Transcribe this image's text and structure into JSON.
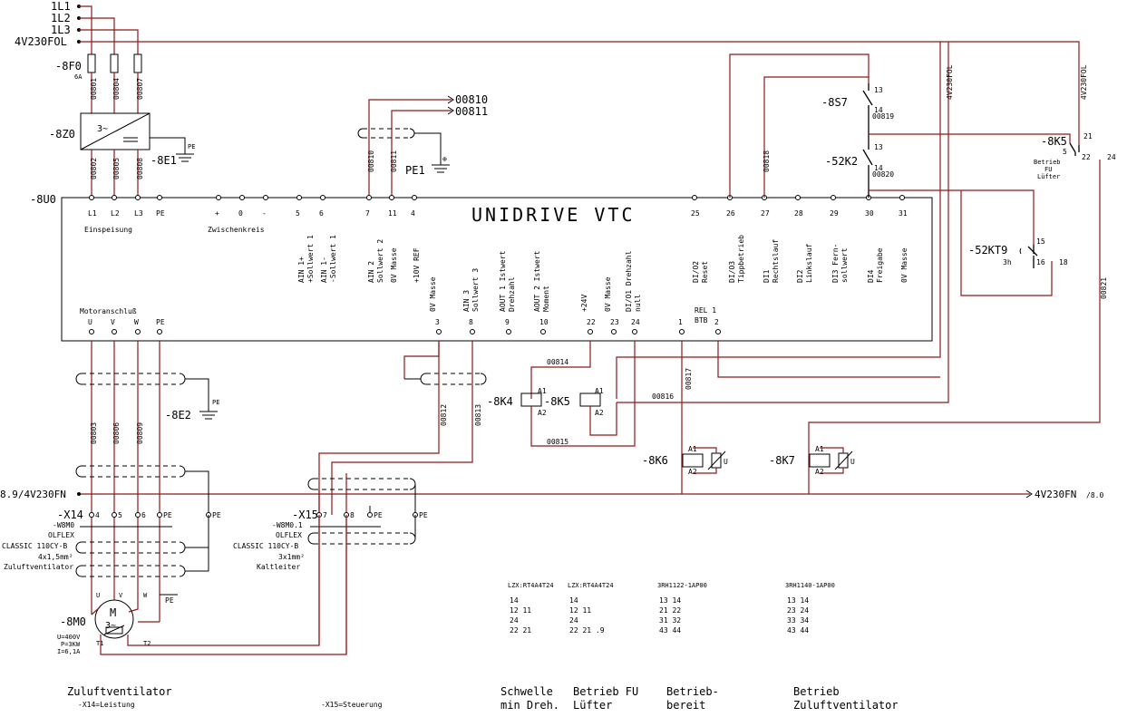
{
  "supply": {
    "l1": "1L1",
    "l2": "1L2",
    "l3": "1L3",
    "fol": "4V230FOL",
    "fn_left": "8.9/4V230FN",
    "fn_right": "4V230FN",
    "fn_right_ref": "/8.0",
    "fol_v1": "4V230FOL",
    "fol_v2": "4V230FOL"
  },
  "fuse": {
    "tag": "-8F0",
    "rating": "6A"
  },
  "filter": {
    "tag": "-8Z0",
    "earth": "-8E1",
    "pe": "PE"
  },
  "wires": {
    "w00801": "00801",
    "w00804": "00804",
    "w00807": "00807",
    "w00802": "00802",
    "w00805": "00805",
    "w00808": "00808",
    "w00810": "00810",
    "w00811": "00811",
    "w00810v": "00810",
    "w00811v": "00811",
    "w00818": "00818",
    "w00819": "00819",
    "w00820": "00820",
    "w00821": "00821",
    "w00803": "00803",
    "w00806": "00806",
    "w00809": "00809",
    "w00812": "00812",
    "w00813": "00813",
    "w00814": "00814",
    "w00815": "00815",
    "w00816": "00816",
    "w00817": "00817"
  },
  "shield": {
    "pe1": "PE1",
    "earth_symbol": "⊕"
  },
  "drive": {
    "tag": "-8U0",
    "title": "UNIDRIVE VTC",
    "einspeisung": "Einspeisung",
    "zwischenkreis": "Zwischenkreis",
    "motoranschluss": "Motoranschluß",
    "top_terminals": [
      "L1",
      "L2",
      "L3",
      "PE",
      "+",
      "0",
      "-",
      "5",
      "6",
      "7",
      "11",
      "4",
      "25",
      "26",
      "27",
      "28",
      "29",
      "30",
      "31"
    ],
    "top_labels": [
      "AIN 1+\n+Sollwert 1",
      "AIN 1-\n-Sollwert 1",
      "AIN 2\nSollwert 2",
      "0V Masse",
      "+10V REF",
      "DI/O2\nReset",
      "DI/O3\nTippbetrieb",
      "DI1\nRechtslauf",
      "DI2\nLinkslauf",
      "DI3 Fern-\nsollwert",
      "DI4\nFreigabe",
      "0V Masse"
    ],
    "bottom_terminals": [
      "U",
      "V",
      "W",
      "PE",
      "3",
      "8",
      "9",
      "10",
      "22",
      "23",
      "24",
      "1",
      "2"
    ],
    "bottom_labels": [
      "0V Masse",
      "AIN 3\nSollwert 3",
      "AOUT 1 Istwert\nDrehzahl",
      "AOUT 2 Istwert\nMoment",
      "+24V",
      "0V Masse",
      "DI/O1 Drehzahl\nnull"
    ],
    "rel": "REL 1",
    "btb": "BTB"
  },
  "contacts": {
    "s7": "-8S7",
    "k2": "-52K2",
    "k5": "-8K5",
    "kt9": "-52KT9",
    "n13": "13",
    "n14": "14",
    "n21": "21",
    "n22": "22",
    "n24": "24",
    "n15": "15",
    "n16": "16",
    "n18": "18",
    "n5": "5",
    "kt9_time": "3h",
    "k5_desc": "Betrieb\nFU\nLüfter"
  },
  "relays": {
    "k4": "-8K4",
    "k5": "-8K5",
    "k6": "-8K6",
    "k7": "-8K7",
    "a1": "A1",
    "a2": "A2",
    "u": "U"
  },
  "earth2": {
    "tag": "-8E2",
    "pe": "PE"
  },
  "x14": {
    "tag": "-X14",
    "terms": [
      "4",
      "5",
      "6",
      "PE"
    ],
    "cable": "-W8M0",
    "cable_type1": "OLFLEX",
    "cable_type2": "CLASSIC 110CY-B",
    "cable_size": "4x1,5mm²",
    "cable_use": "Zuluftventilator"
  },
  "x15": {
    "tag": "-X15",
    "terms": [
      "7",
      "8",
      "PE"
    ],
    "cable": "-W8M0.1",
    "cable_type1": "OLFLEX",
    "cable_type2": "CLASSIC 110CY-B",
    "cable_size": "3x1mm²",
    "cable_use": "Kaltleiter"
  },
  "motor": {
    "tag": "-8M0",
    "m": "M",
    "phase": "3~",
    "u": "U",
    "v": "V",
    "w": "W",
    "pe": "PE",
    "t1": "T1",
    "t2": "T2",
    "spec1": "U=400V",
    "spec2": "P=3KW",
    "spec3": "I=6,1A"
  },
  "footer": {
    "col1_title": "Zuluftventilator",
    "col1_sub1": "-X14=Leistung",
    "col1_sub2": "-X15=Steuerung",
    "col2": "Schwelle\nmin Dreh.",
    "col3": "Betrieb FU\nLüfter",
    "col4": "Betrieb-\nbereit",
    "col5": "Betrieb\nZuluftventilator"
  },
  "contact_tables": [
    {
      "title": "LZX:RT4A4T24",
      "rows": [
        "14",
        "12 11",
        "24",
        "22 21"
      ]
    },
    {
      "title": "LZX:RT4A4T24",
      "rows": [
        "14",
        "12 11",
        "24",
        "22 21 .9"
      ]
    },
    {
      "title": "3RH1122-1AP00",
      "rows": [
        "13 14",
        "21 22",
        "31 32",
        "43 44"
      ]
    },
    {
      "title": "3RH1140-1AP00",
      "rows": [
        "13 14",
        "23 24",
        "33 34",
        "43 44"
      ]
    }
  ]
}
